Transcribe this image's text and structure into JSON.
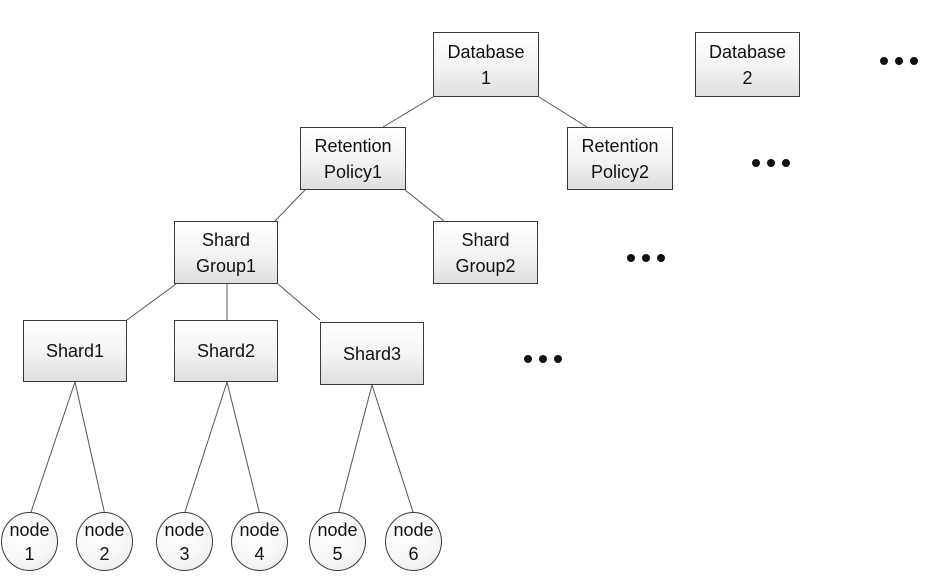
{
  "diagram": {
    "database1": {
      "line1": "Database",
      "line2": "1"
    },
    "database2": {
      "line1": "Database",
      "line2": "2"
    },
    "retention_policy1": {
      "line1": "Retention",
      "line2": "Policy1"
    },
    "retention_policy2": {
      "line1": "Retention",
      "line2": "Policy2"
    },
    "shard_group1": {
      "line1": "Shard",
      "line2": "Group1"
    },
    "shard_group2": {
      "line1": "Shard",
      "line2": "Group2"
    },
    "shard1": {
      "label": "Shard1"
    },
    "shard2": {
      "label": "Shard2"
    },
    "shard3": {
      "label": "Shard3"
    },
    "nodes": [
      {
        "line1": "node",
        "line2": "1"
      },
      {
        "line1": "node",
        "line2": "2"
      },
      {
        "line1": "node",
        "line2": "3"
      },
      {
        "line1": "node",
        "line2": "4"
      },
      {
        "line1": "node",
        "line2": "5"
      },
      {
        "line1": "node",
        "line2": "6"
      }
    ]
  },
  "colors": {
    "stroke": "#3a3a3a",
    "connector": "#555555",
    "box_fill_top": "#ffffff",
    "box_fill_bottom": "#dedede",
    "text": "#111111"
  }
}
